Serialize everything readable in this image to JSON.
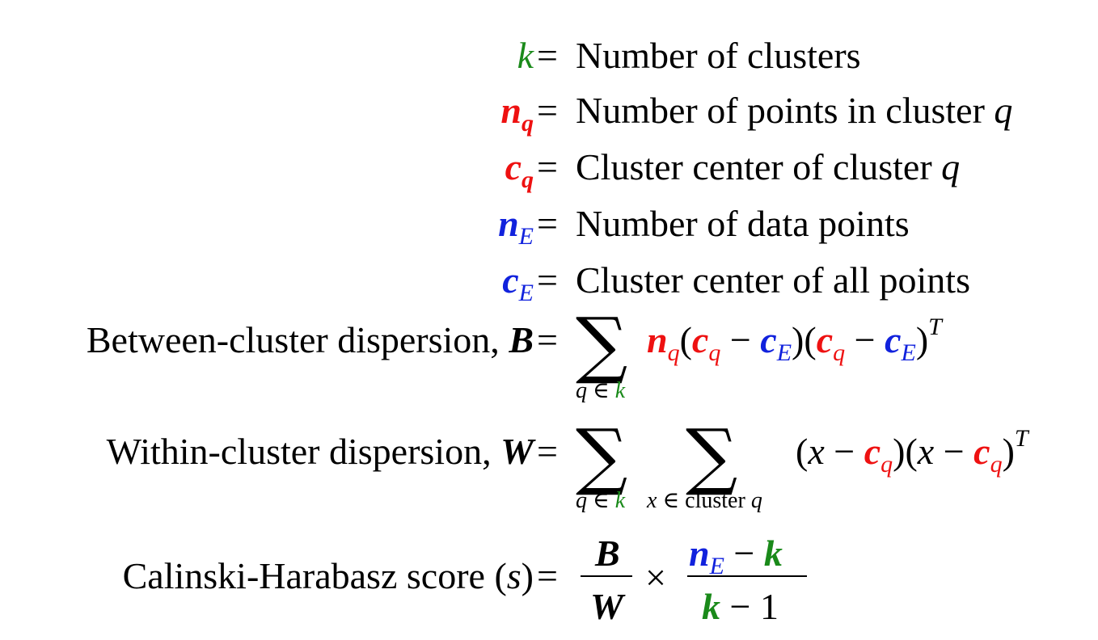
{
  "definitions": [
    {
      "symbol": "k",
      "subscript": "",
      "color": "#1a8a1a",
      "description": "Number of clusters",
      "trailing_var": ""
    },
    {
      "symbol": "n",
      "subscript": "q",
      "color": "#ee1111",
      "description": "Number of points in cluster ",
      "trailing_var": "q"
    },
    {
      "symbol": "c",
      "subscript": "q",
      "color": "#ee1111",
      "description": "Cluster center of cluster ",
      "trailing_var": "q"
    },
    {
      "symbol": "n",
      "subscript": "E",
      "color": "#1122dd",
      "description": "Number of data points",
      "trailing_var": ""
    },
    {
      "symbol": "c",
      "subscript": "E",
      "color": "#1122dd",
      "description": "Cluster center of all points",
      "trailing_var": ""
    }
  ],
  "eq_sign": "=",
  "between": {
    "label": "Between-cluster dispersion, ",
    "var": "B",
    "sum_symbol": "∑",
    "sum_index": "q ∈ ",
    "sum_index_k": "k",
    "term_n": "n",
    "term_sub_q": "q",
    "open1": "(",
    "c": "c",
    "minus": " − ",
    "close_open": ")(",
    "close": ")",
    "sub_E": "E",
    "transpose": "T"
  },
  "within": {
    "label": "Within-cluster dispersion, ",
    "var": "W",
    "sum_symbol": "∑",
    "outer_index": "q ∈ ",
    "outer_index_k": "k",
    "inner_index_x": "x",
    "inner_index_in": " ∈ cluster ",
    "inner_index_q": "q",
    "term_open": "(",
    "x": "x",
    "minus": " − ",
    "c": "c",
    "sub_q": "q",
    "close_open": ")(",
    "close": ")",
    "transpose": "T"
  },
  "score": {
    "label": "Calinski-Harabasz score ",
    "paren_open": "(",
    "s": "s",
    "paren_close": ")",
    "frac1_num": "B",
    "frac1_den": "W",
    "times": "×",
    "frac2_num_n": "n",
    "frac2_num_sub": "E",
    "frac2_num_minus": " − ",
    "frac2_num_k": "k",
    "frac2_den_k": "k",
    "frac2_den_rest": " − 1"
  }
}
